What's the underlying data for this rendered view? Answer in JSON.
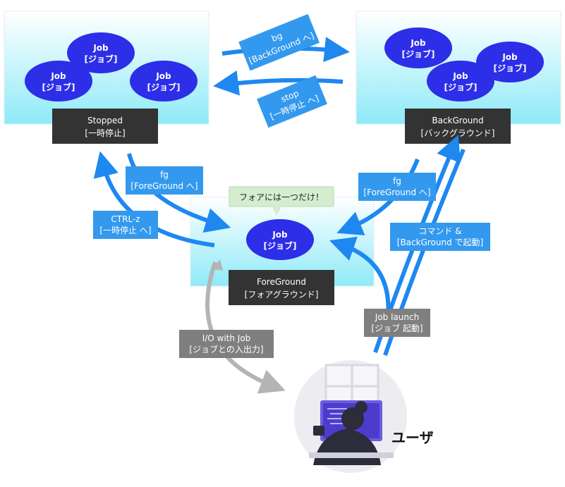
{
  "states": {
    "stopped": {
      "label_en": "Stopped",
      "label_ja": "[一時停止]"
    },
    "background": {
      "label_en": "BackGround",
      "label_ja": "[バックグラウンド]"
    },
    "foreground": {
      "label_en": "ForeGround",
      "label_ja": "[フォアグラウンド]"
    }
  },
  "job": {
    "en": "Job",
    "ja": "[ジョブ]"
  },
  "callout": "フォアには一つだけ！",
  "transitions": {
    "bg": {
      "line1": "bg",
      "line2": "[BackGround へ]"
    },
    "stop": {
      "line1": "stop",
      "line2": "[一時停止 へ]"
    },
    "fg_left": {
      "line1": "fg",
      "line2": "[ForeGround へ]"
    },
    "ctrlz": {
      "line1": "CTRL-z",
      "line2": "[一時停止 へ]"
    },
    "fg_right": {
      "line1": "fg",
      "line2": "[ForeGround へ]"
    },
    "command": {
      "line1": "コマンド &",
      "line2": "[BackGround で起動]"
    },
    "launch": {
      "line1": "Job launch",
      "line2": "[ジョブ 起動]"
    },
    "io": {
      "line1": "I/O with Job",
      "line2": "[ジョブとの入出力]"
    }
  },
  "user": {
    "label": "ユーザ"
  },
  "colors": {
    "arrow_blue": "#1e88f0",
    "arrow_gray": "#b4b4b4",
    "job_fill": "#2c2ee8",
    "label_dark": "#333333",
    "label_blue": "#3399ee",
    "label_gray": "#7f7f7f",
    "callout_fill": "#d4ecd0"
  }
}
